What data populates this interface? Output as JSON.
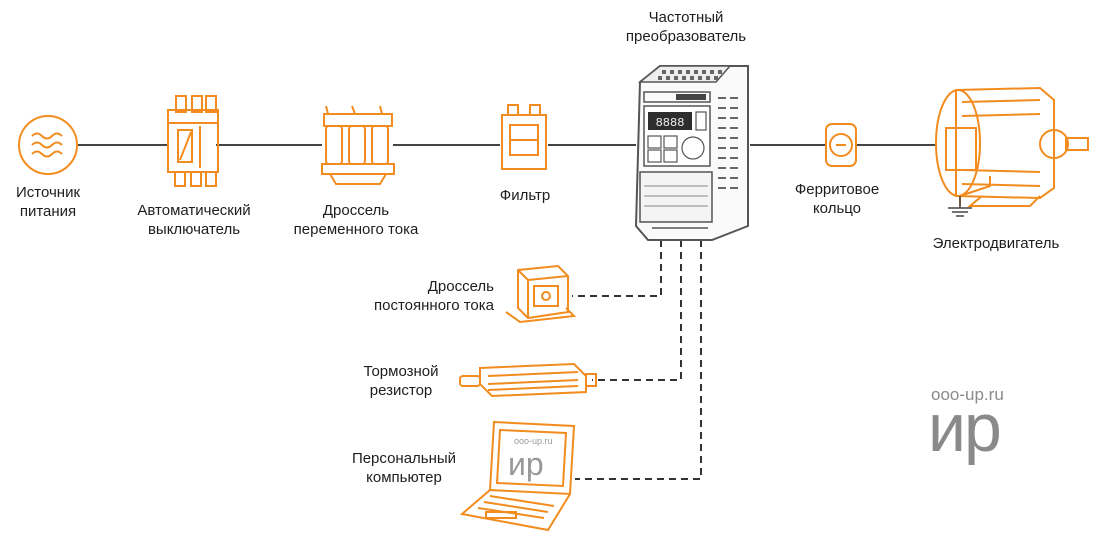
{
  "colors": {
    "accent": "#f28c1e",
    "line": "#444444",
    "dash": "#333333",
    "device": "#555555",
    "watermark": "#8a8a8a"
  },
  "nodes": {
    "power_source": {
      "icon": "ac-source-icon",
      "line1": "Источник",
      "line2": "питания"
    },
    "breaker": {
      "icon": "circuit-breaker-icon",
      "line1": "Автоматический",
      "line2": "выключатель"
    },
    "ac_choke": {
      "icon": "ac-choke-icon",
      "line1": "Дроссель",
      "line2": "переменного тока"
    },
    "filter": {
      "icon": "filter-icon",
      "line1": "Фильтр"
    },
    "inverter": {
      "icon": "frequency-inverter-icon",
      "line1": "Частотный",
      "line2": "преобразователь",
      "display": "8888"
    },
    "ferrite": {
      "icon": "ferrite-ring-icon",
      "line1": "Ферритовое",
      "line2": "кольцо"
    },
    "motor": {
      "icon": "electric-motor-icon",
      "line1": "Электродвигатель"
    },
    "dc_choke": {
      "icon": "dc-choke-icon",
      "line1": "Дроссель",
      "line2": "постоянного тока"
    },
    "brake_resistor": {
      "icon": "brake-resistor-icon",
      "line1": "Тормозной",
      "line2": "резистор"
    },
    "pc": {
      "icon": "laptop-icon",
      "line1": "Персональный",
      "line2": "компьютер",
      "screen_url": "ooo-up.ru",
      "screen_logo": "ир"
    }
  },
  "watermark": {
    "url": "ooo-up.ru",
    "logo": "ир"
  }
}
